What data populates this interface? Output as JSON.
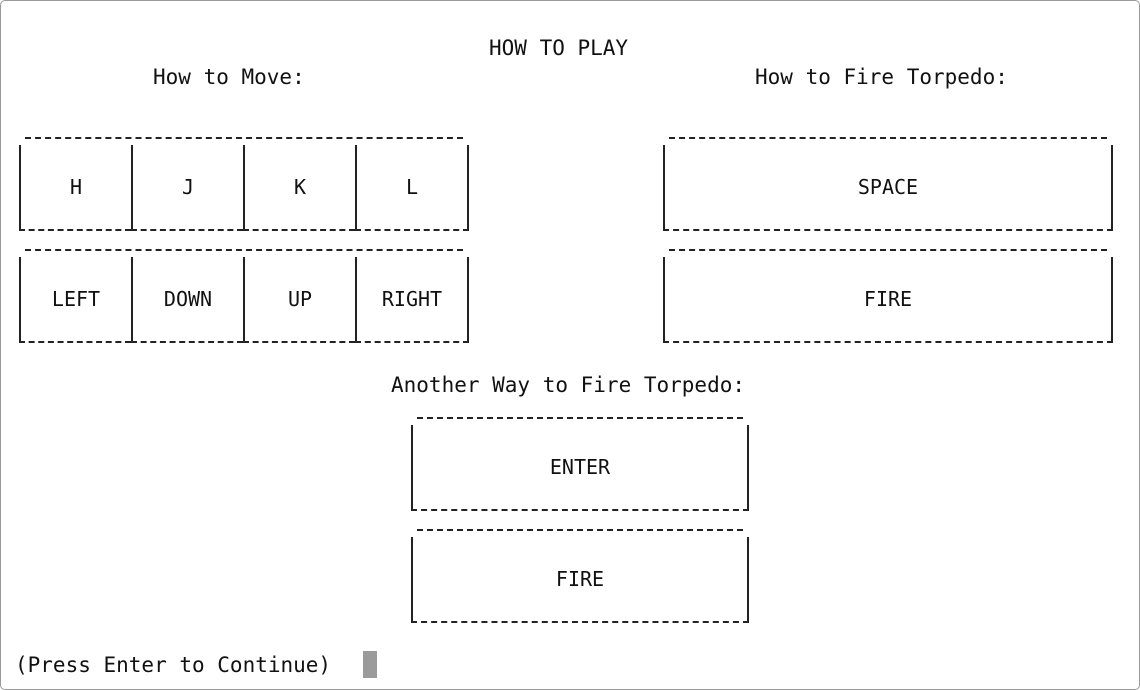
{
  "screen": {
    "title": "HOW TO PLAY",
    "move_heading": "How to Move:",
    "fire_heading": "How to Fire Torpedo:",
    "alt_fire_heading": "Another Way to Fire Torpedo:",
    "prompt": "(Press Enter to Continue)"
  },
  "move": {
    "keys": [
      "H",
      "J",
      "K",
      "L"
    ],
    "actions": [
      "LEFT",
      "DOWN",
      "UP",
      "RIGHT"
    ]
  },
  "fire": {
    "key": "SPACE",
    "action": "FIRE"
  },
  "alt_fire": {
    "key": "ENTER",
    "action": "FIRE"
  }
}
